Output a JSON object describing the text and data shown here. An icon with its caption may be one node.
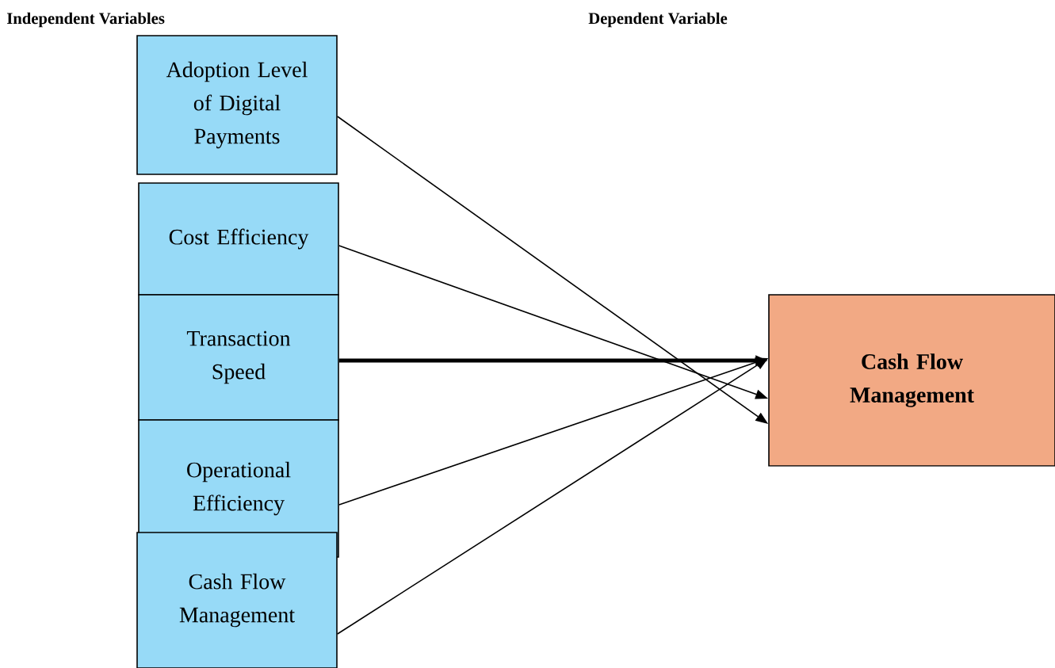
{
  "diagram": {
    "nodes": [
      {
        "text": [
          "Adoption Level of Digital Payments"
        ]
      },
      {
        "text": [
          "Cost Efficiency"
        ]
      },
      {
        "text": [
          "Transaction Speed"
        ]
      },
      {
        "text": [
          "Operational Efficiency"
        ]
      },
      {
        "text": [
          "Cash Flow Management"
        ]
      },
      {
        "text": [
          "Cash Flow Management"
        ]
      }
    ],
    "edges": [
      {
        "from": 0,
        "to": 5,
        "arrow": "to"
      },
      {
        "from": 1,
        "to": 5,
        "arrow": "to"
      },
      {
        "from": 2,
        "to": 5,
        "arrow": "to",
        "style": "thick"
      },
      {
        "from": 3,
        "to": 5,
        "arrow": "to"
      },
      {
        "from": 4,
        "to": 5,
        "arrow": "to"
      }
    ],
    "labels": [
      "Independent Variables",
      "Dependent Variable"
    ]
  }
}
